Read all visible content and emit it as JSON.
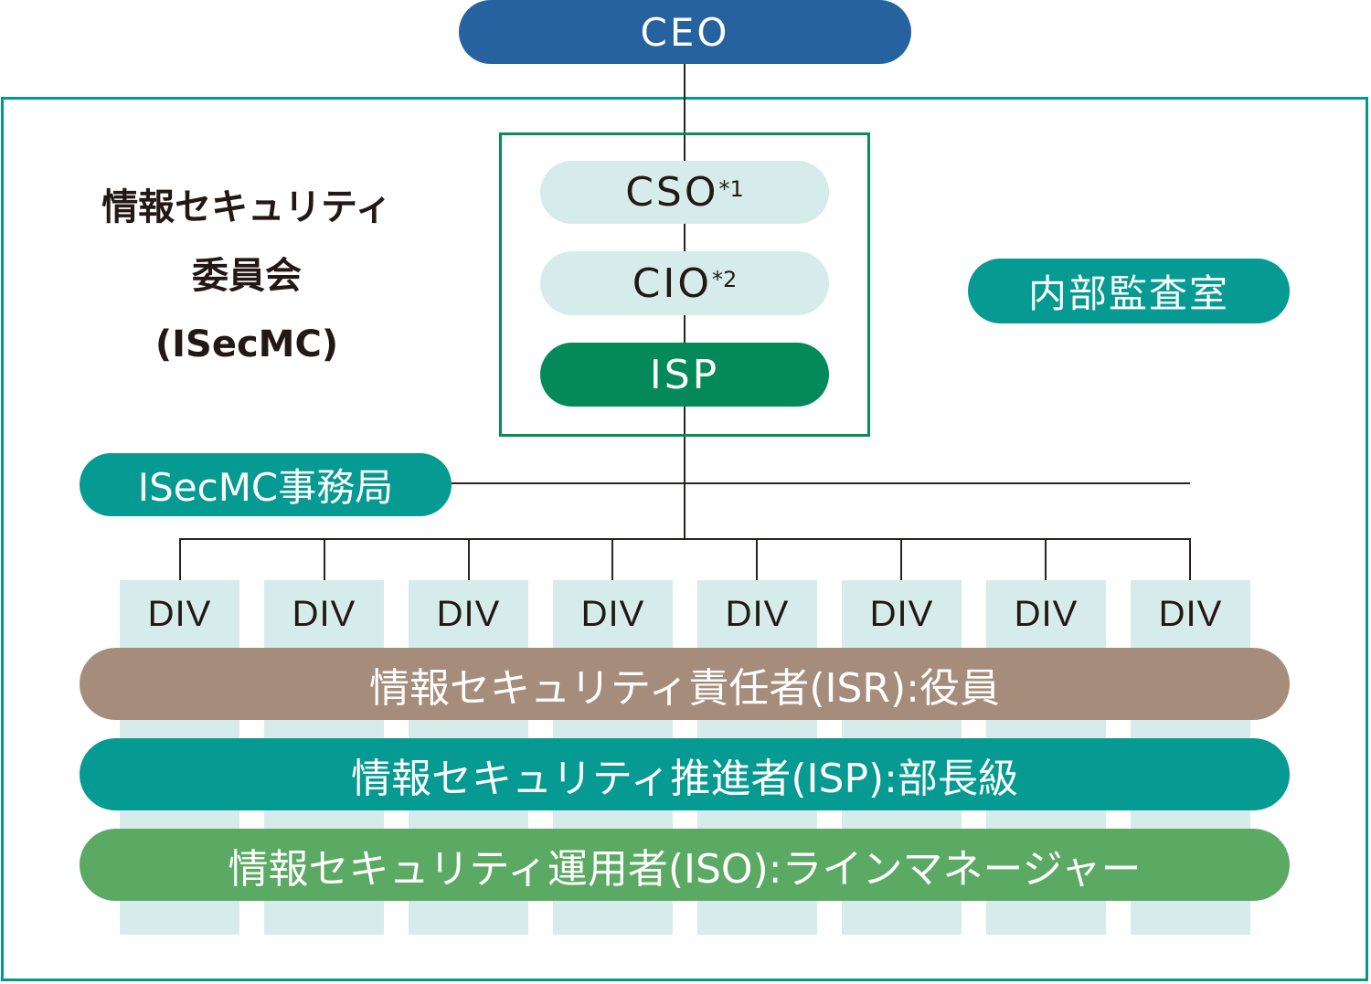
{
  "colors": {
    "ceo": "#2762a0",
    "frame_border": "#07968c",
    "inner_box_border": "#0a8c5a",
    "light_pill": "#d5ecea",
    "isp_pill": "#048a5a",
    "teal_pill": "#059a92",
    "isr_band": "#a68d7b",
    "isp_band": "#059a92",
    "iso_band": "#5aaa63",
    "connector": "#2a2322"
  },
  "ceo": {
    "label": "CEO"
  },
  "committee": {
    "line1": "情報セキュリティ",
    "line2": "委員会",
    "line3": "(ISecMC)"
  },
  "executives": {
    "cso": {
      "label": "CSO",
      "note": "*1"
    },
    "cio": {
      "label": "CIO",
      "note": "*2"
    },
    "isp": {
      "label": "ISP"
    }
  },
  "audit": {
    "label": "内部監査室"
  },
  "secretariat": {
    "label": "ISecMC事務局"
  },
  "divisions": [
    "DIV",
    "DIV",
    "DIV",
    "DIV",
    "DIV",
    "DIV",
    "DIV",
    "DIV"
  ],
  "roles": {
    "isr": "情報セキュリティ責任者(ISR):役員",
    "isp": "情報セキュリティ推進者(ISP):部長級",
    "iso": "情報セキュリティ運用者(ISO):ラインマネージャー"
  }
}
